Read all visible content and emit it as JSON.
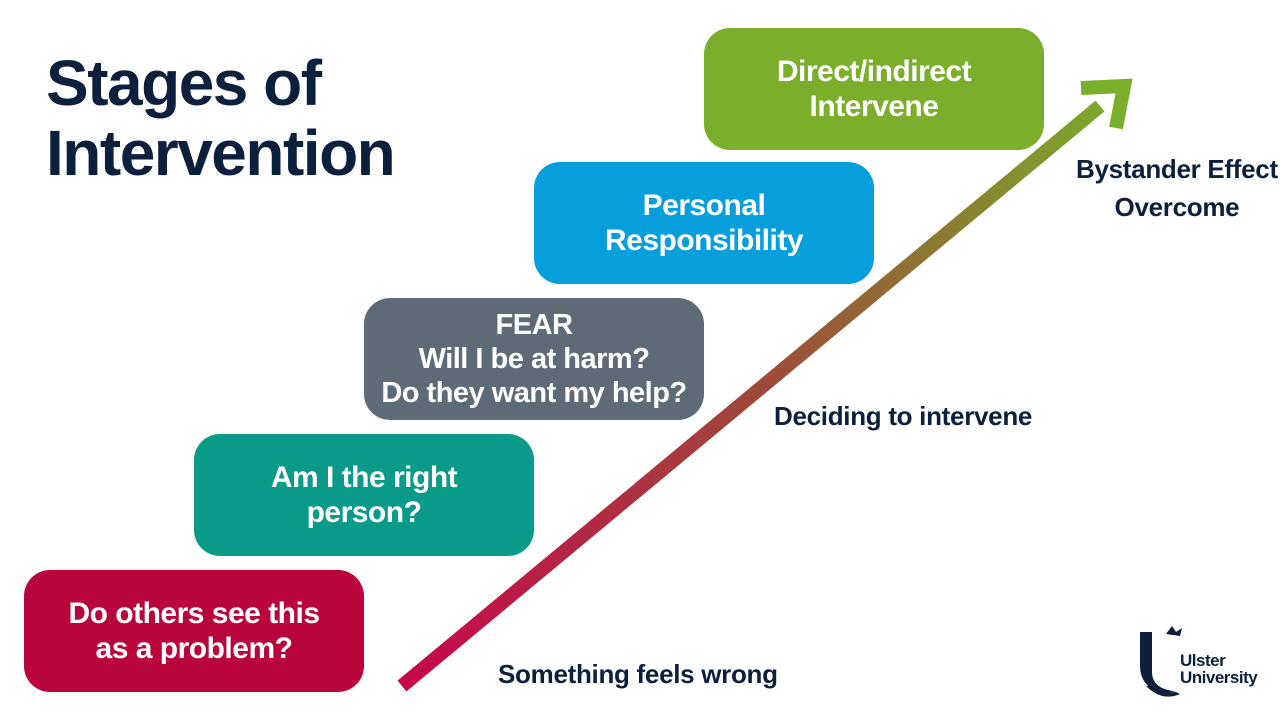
{
  "title": {
    "line1": "Stages of",
    "line2": "Intervention"
  },
  "stages": [
    {
      "lines": [
        "Do others see this",
        "as a problem?"
      ],
      "color": "#b8063d"
    },
    {
      "lines": [
        "Am I the right",
        "person?"
      ],
      "color": "#0a9a8a"
    },
    {
      "lines": [
        "FEAR",
        "Will I be at harm?",
        "Do they want my help?"
      ],
      "color": "#5e6b76"
    },
    {
      "lines": [
        "Personal",
        "Responsibility"
      ],
      "color": "#069fdc"
    },
    {
      "lines": [
        "Direct/indirect",
        "Intervene"
      ],
      "color": "#7aae2b"
    }
  ],
  "arrow_labels": {
    "start": "Something feels wrong",
    "middle": "Deciding to intervene",
    "end_line1": "Bystander Effect",
    "end_line2": "Overcome"
  },
  "arrow": {
    "color_start": "#c8064a",
    "color_mid": "#9e4a3a",
    "color_end": "#7aae2b",
    "icon": "diagonal-arrow-icon"
  },
  "logo": {
    "line1": "Ulster",
    "line2": "University",
    "icon": "ulster-university-logo"
  }
}
